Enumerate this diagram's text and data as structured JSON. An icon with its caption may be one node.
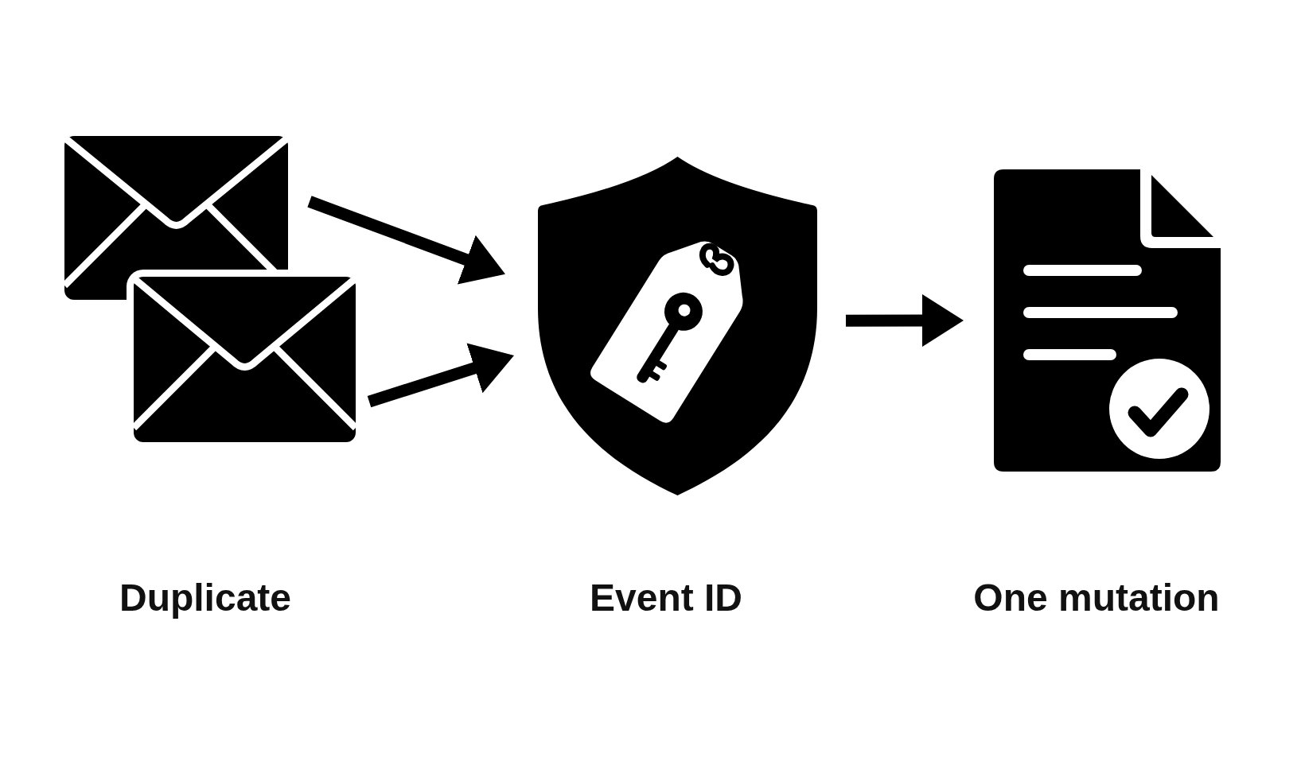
{
  "diagram": {
    "nodes": [
      {
        "text": [],
        "shape": "picture"
      },
      {
        "text": [],
        "shape": "picture"
      },
      {
        "text": [],
        "shape": "picture",
        "beside": [
          "Event ID"
        ]
      },
      {
        "text": [],
        "shape": "picture",
        "beside": [
          "One mutation"
        ]
      }
    ],
    "edges": [
      {
        "from": 0,
        "to": 2,
        "arrow": "to"
      },
      {
        "from": 1,
        "to": 2,
        "arrow": "to"
      },
      {
        "from": 2,
        "to": 3,
        "arrow": "to"
      }
    ],
    "labels": [
      "Duplicate"
    ]
  }
}
